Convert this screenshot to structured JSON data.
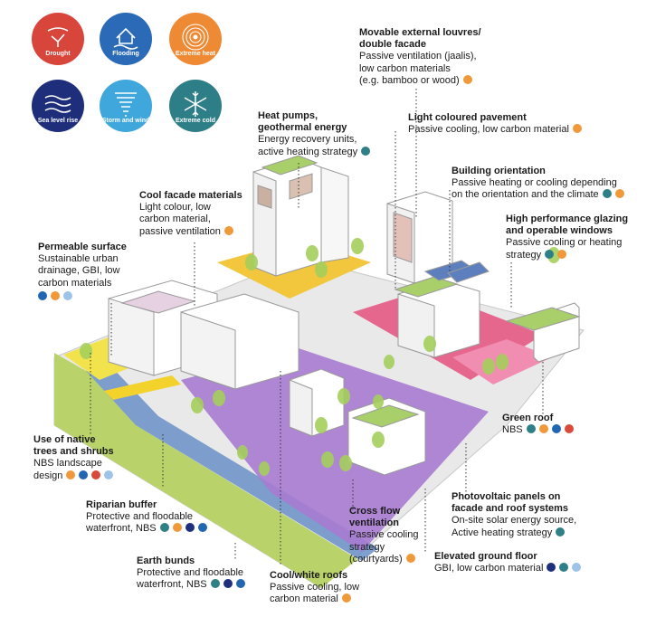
{
  "colors": {
    "orange": "#F0993A",
    "teal": "#2F7F86",
    "blue": "#2166B0",
    "navy": "#1E2F7E",
    "red": "#D84A3A",
    "light_blue": "#9DC4E8",
    "street_purple": "#A77BD1",
    "plaza_yellow": "#F2C63D",
    "pink": "#E4507E",
    "green": "#8CC152"
  },
  "hazards": [
    {
      "label": "Drought",
      "color": "#D8453B",
      "icon": "drought-icon"
    },
    {
      "label": "Flooding",
      "color": "#2A6AB6",
      "icon": "flooding-house-icon"
    },
    {
      "label": "Extreme heat",
      "color": "#EE8A34",
      "icon": "heat-rings-icon"
    },
    {
      "label": "Sea level rise",
      "color": "#1F2E7A",
      "icon": "waves-icon"
    },
    {
      "label": "Storm and wind",
      "color": "#3FA7DC",
      "icon": "tornado-icon"
    },
    {
      "label": "Extreme cold",
      "color": "#2D7E86",
      "icon": "snowflake-icon"
    }
  ],
  "annotations": [
    {
      "id": "louvres",
      "title_lines": [
        "Movable external louvres/",
        "double facade"
      ],
      "body_lines": [
        "Passive ventilation (jaalis),",
        "low carbon materials",
        "(e.g. bamboo or wood)"
      ],
      "dots": [
        "orange"
      ]
    },
    {
      "id": "heat-pumps",
      "title_lines": [
        "Heat pumps,",
        "geothermal energy"
      ],
      "body_lines": [
        "Energy recovery units,",
        "active heating strategy"
      ],
      "dots": [
        "teal"
      ]
    },
    {
      "id": "pavement",
      "title_lines": [
        "Light coloured pavement"
      ],
      "body_lines": [
        "Passive cooling, low carbon material"
      ],
      "dots": [
        "orange"
      ]
    },
    {
      "id": "orientation",
      "title_lines": [
        "Building orientation"
      ],
      "body_lines": [
        "Passive heating or cooling depending",
        "on the orientation and the climate"
      ],
      "dots": [
        "teal",
        "orange"
      ]
    },
    {
      "id": "cool-facade",
      "title_lines": [
        "Cool facade materials"
      ],
      "body_lines": [
        "Light colour, low",
        "carbon material,",
        "passive ventilation"
      ],
      "dots": [
        "orange"
      ]
    },
    {
      "id": "glazing",
      "title_lines": [
        "High performance glazing",
        "and operable windows"
      ],
      "body_lines": [
        "Passive cooling or heating",
        "strategy"
      ],
      "dots": [
        "teal",
        "orange"
      ]
    },
    {
      "id": "permeable",
      "title_lines": [
        "Permeable surface"
      ],
      "body_lines": [
        "Sustainable urban",
        "drainage, GBI, low",
        "carbon materials"
      ],
      "dots": [
        "blue",
        "orange",
        "light_blue"
      ]
    },
    {
      "id": "green-roof",
      "title_lines": [
        "Green roof"
      ],
      "body_lines": [
        "NBS"
      ],
      "dots": [
        "teal",
        "orange",
        "blue",
        "red"
      ]
    },
    {
      "id": "native-trees",
      "title_lines": [
        "Use of native",
        "trees and shrubs"
      ],
      "body_lines": [
        "NBS landscape",
        "design"
      ],
      "dots": [
        "orange",
        "blue",
        "red",
        "light_blue"
      ]
    },
    {
      "id": "riparian",
      "title_lines": [
        "Riparian buffer"
      ],
      "body_lines": [
        "Protective and floodable",
        "waterfront, NBS"
      ],
      "dots": [
        "teal",
        "orange",
        "navy",
        "blue"
      ]
    },
    {
      "id": "photovoltaic",
      "title_lines": [
        "Photovoltaic panels on",
        "facade and roof systems"
      ],
      "body_lines": [
        "On-site solar energy source,",
        "Active heating strategy"
      ],
      "dots": [
        "teal"
      ]
    },
    {
      "id": "cross-flow",
      "title_lines": [
        "Cross flow",
        "ventilation"
      ],
      "body_lines": [
        "Passive cooling",
        "strategy",
        "(courtyards)"
      ],
      "dots": [
        "orange"
      ]
    },
    {
      "id": "earth-bunds",
      "title_lines": [
        "Earth bunds"
      ],
      "body_lines": [
        "Protective and floodable",
        "waterfront, NBS"
      ],
      "dots": [
        "teal",
        "navy",
        "blue"
      ]
    },
    {
      "id": "elevated-floor",
      "title_lines": [
        "Elevated ground floor"
      ],
      "body_lines": [
        "GBI, low carbon material"
      ],
      "dots": [
        "navy",
        "teal",
        "light_blue"
      ]
    },
    {
      "id": "cool-roofs",
      "title_lines": [
        "Cool/white roofs"
      ],
      "body_lines": [
        "Passive cooling, low",
        "carbon material"
      ],
      "dots": [
        "orange"
      ]
    }
  ]
}
